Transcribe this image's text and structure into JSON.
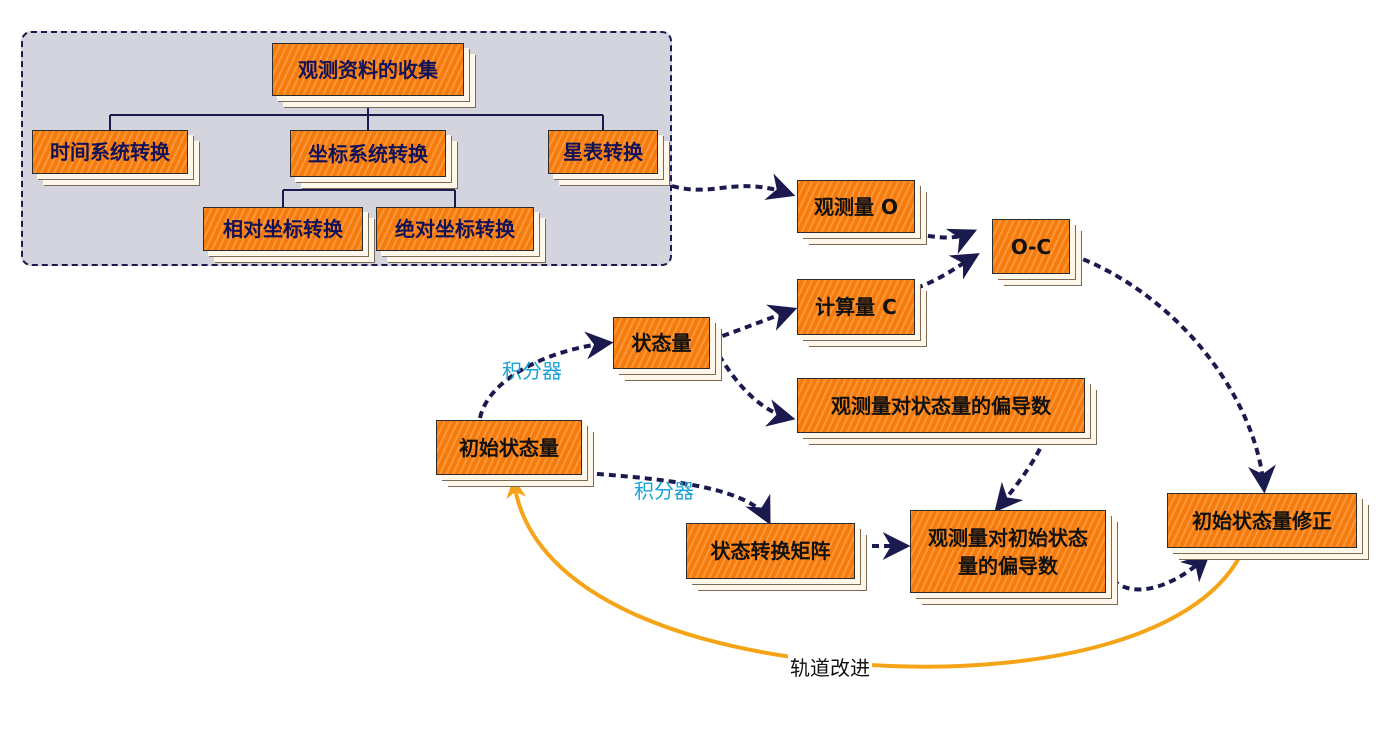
{
  "nodes": {
    "obs_collect": "观测资料的收集",
    "time_conv": "时间系统转换",
    "coord_conv": "坐标系统转换",
    "star_conv": "星表转换",
    "rel_coord": "相对坐标转换",
    "abs_coord": "绝对坐标转换",
    "obs_o": "观测量 O",
    "calc_c": "计算量 C",
    "o_minus_c": "O-C",
    "state": "状态量",
    "partial_state": "观测量对状态量的偏导数",
    "init_state": "初始状态量",
    "trans_matrix": "状态转换矩阵",
    "partial_init": "观测量对初始状态量的偏导数",
    "init_correct": "初始状态量修正"
  },
  "labels": {
    "integrator_top": "积分器",
    "integrator_bottom": "积分器",
    "orbit_improve": "轨道改进"
  },
  "colors": {
    "node_fill": "#f77b0c",
    "panel_fill": "#d4d4df",
    "arrow_dark": "#1a1a4e",
    "loop_orange": "#f5a418",
    "label_blue": "#1aa3d9"
  }
}
